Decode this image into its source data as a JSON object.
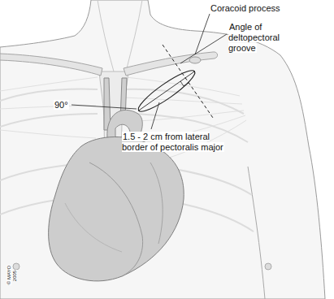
{
  "diagram": {
    "labels": [
      "Coracoid process",
      "Angle of deltopectoral groove",
      "90°",
      "1.5 - 2 cm from lateral border of pectoralis major",
      "© MAYO 2005"
    ]
  }
}
